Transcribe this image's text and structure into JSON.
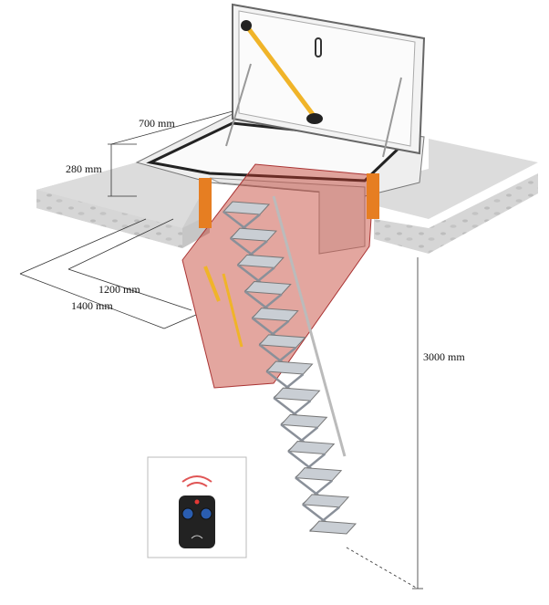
{
  "dimensions": {
    "width": "700 mm",
    "height": "280 mm",
    "opening_short": "1200 mm",
    "opening_long": "1400 mm",
    "floor_height": "3000 mm"
  },
  "colors": {
    "concrete": "#d9d9d9",
    "frame": "#e6e6e6",
    "red_panel": "#c0392b",
    "orange_seal": "#e67e22",
    "strut": "#f0b429",
    "ladder": "#b9c0c8",
    "remote_body": "#222222",
    "remote_buttons": "#2a5db0"
  },
  "icons": {
    "remote": "remote-control-icon",
    "signal": "wireless-signal-icon"
  }
}
